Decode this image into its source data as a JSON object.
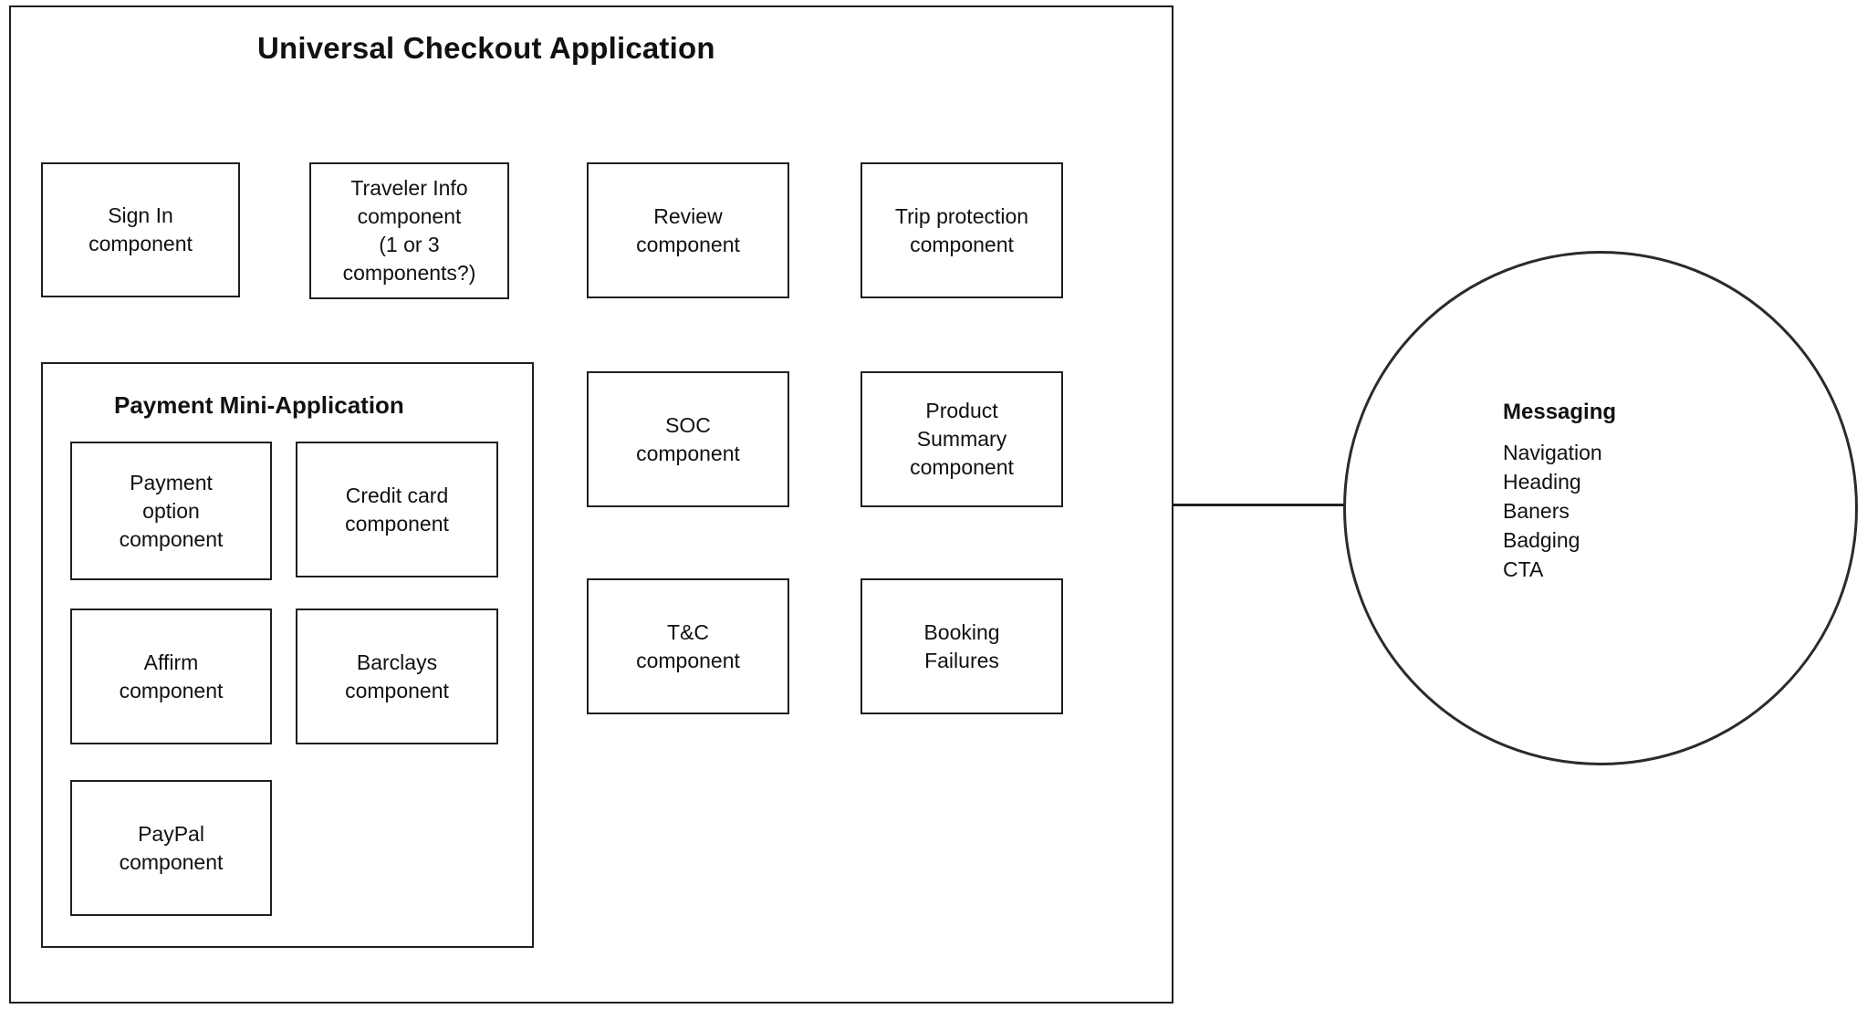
{
  "diagram": {
    "title": "Universal Checkout Application",
    "nodes": {
      "sign_in": "Sign In\ncomponent",
      "traveler_info": "Traveler Info\ncomponent\n(1 or 3\ncomponents?)",
      "review": "Review\ncomponent",
      "trip_protection": "Trip protection\ncomponent",
      "soc": "SOC\ncomponent",
      "product_summary": "Product\nSummary\ncomponent",
      "tandc": "T&C\ncomponent",
      "booking_failures": "Booking\nFailures"
    },
    "payment_group": {
      "title": "Payment Mini-Application",
      "nodes": {
        "payment_option": "Payment\noption\ncomponent",
        "credit_card": "Credit card\ncomponent",
        "affirm": "Affirm\ncomponent",
        "barclays": "Barclays\ncomponent",
        "paypal": "PayPal\ncomponent"
      }
    },
    "messaging": {
      "title": "Messaging",
      "items": [
        "Navigation",
        "Heading",
        "Baners",
        "Badging",
        "CTA"
      ]
    }
  }
}
